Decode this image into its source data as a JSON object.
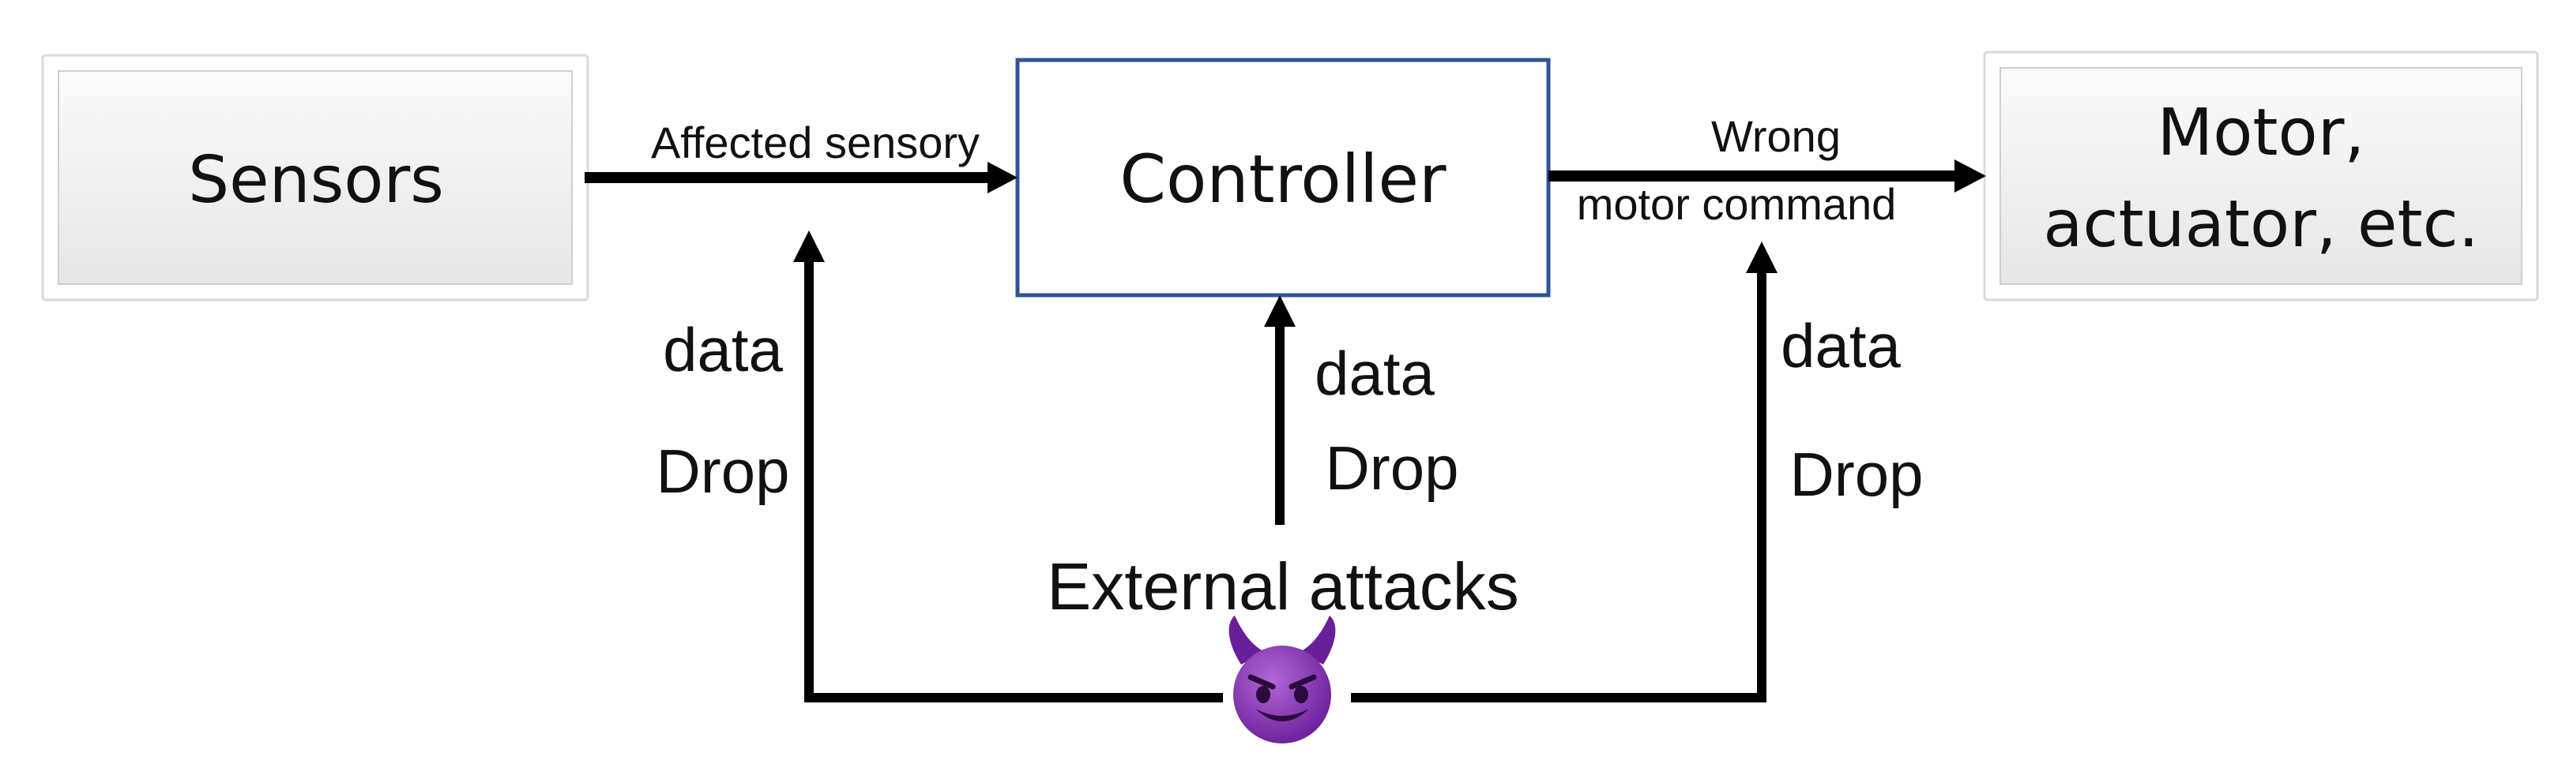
{
  "nodes": {
    "sensors": {
      "label": "Sensors"
    },
    "controller": {
      "label": "Controller"
    },
    "actuator": {
      "line1": "Motor,",
      "line2": "actuator, etc."
    }
  },
  "edges": {
    "sensors_to_controller": {
      "label": "Affected sensory"
    },
    "controller_to_actuator": {
      "line1": "Wrong",
      "line2": "motor command"
    }
  },
  "attacks": {
    "left": {
      "line1": "data",
      "line2": "Drop"
    },
    "center": {
      "line1": "data",
      "line2": "Drop"
    },
    "right": {
      "line1": "data",
      "line2": "Drop"
    },
    "source_label": "External attacks",
    "source_icon": "devil-emoji-icon"
  },
  "colors": {
    "controller_border": "#2f5597",
    "box_fill": "#f2f2f2",
    "line": "#000000",
    "devil": "#8e44ad"
  }
}
